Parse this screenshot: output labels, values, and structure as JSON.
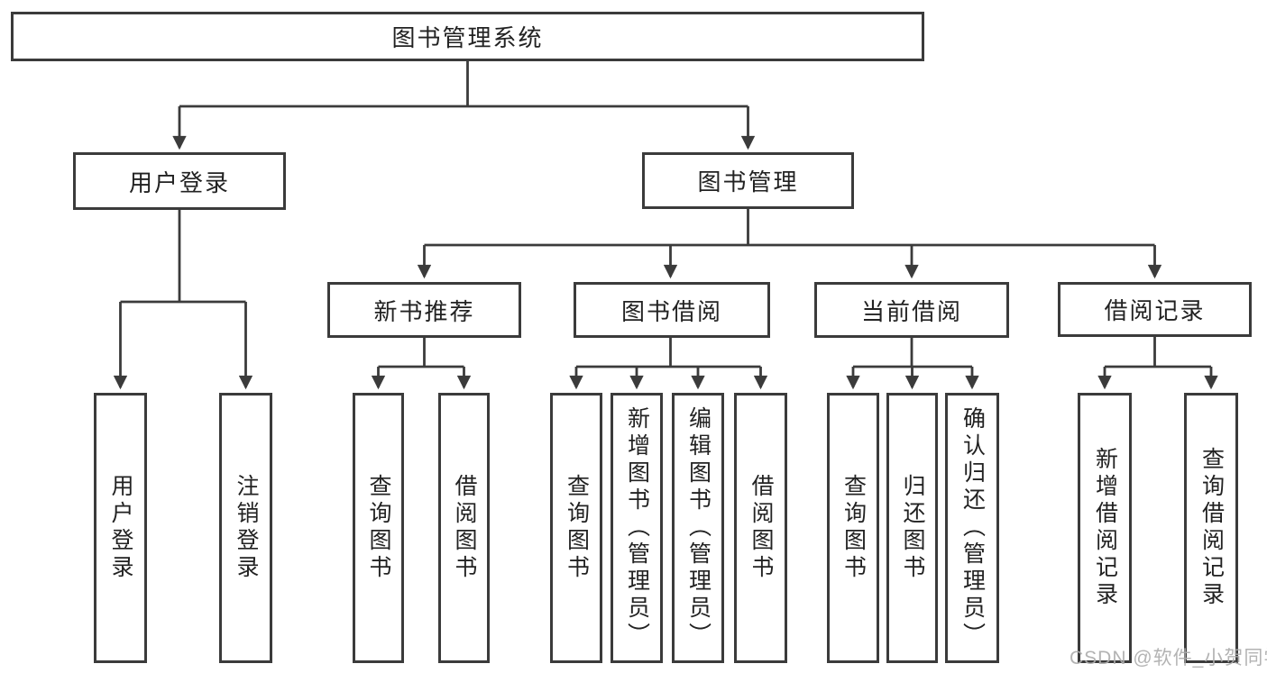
{
  "page": {
    "background": "#ffffff",
    "line_color": "#3b3b3b",
    "text_color": "#222222",
    "watermark_color": "#acacac"
  },
  "diagram": {
    "root": {
      "label": "图书管理系统"
    },
    "level2": [
      {
        "label": "用户登录"
      },
      {
        "label": "图书管理"
      }
    ],
    "level3": [
      {
        "label": "新书推荐"
      },
      {
        "label": "图书借阅"
      },
      {
        "label": "当前借阅"
      },
      {
        "label": "借阅记录"
      }
    ],
    "leaves": [
      {
        "label": "用户登录"
      },
      {
        "label": "注销登录"
      },
      {
        "label": "查询图书"
      },
      {
        "label": "借阅图书"
      },
      {
        "label": "查询图书"
      },
      {
        "label": "新增图书（管理员）"
      },
      {
        "label": "编辑图书（管理员）"
      },
      {
        "label": "借阅图书"
      },
      {
        "label": "查询图书"
      },
      {
        "label": "归还图书"
      },
      {
        "label": "确认归还（管理员）"
      },
      {
        "label": "新增借阅记录"
      },
      {
        "label": "查询借阅记录"
      }
    ],
    "watermark": "CSDN @软件_小贺同学"
  }
}
